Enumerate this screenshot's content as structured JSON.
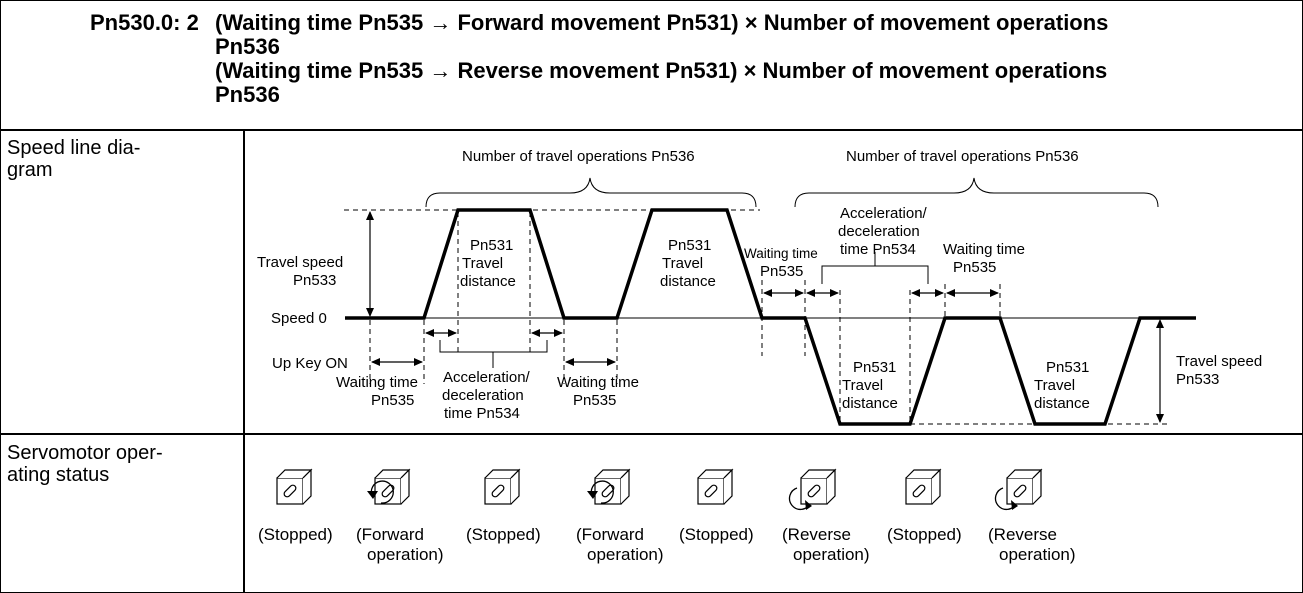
{
  "header": {
    "param": "Pn530.0: 2",
    "line1a": "(Waiting time Pn535 → Forward movement Pn531) × Number of movement operations",
    "line1b": "Pn536",
    "line2a": "(Waiting time Pn535 → Reverse movement Pn531) × Number of movement operations",
    "line2b": "Pn536"
  },
  "rows": {
    "speed_label_1": "Speed line dia-",
    "speed_label_2": "gram",
    "servo_label_1": "Servomotor oper-",
    "servo_label_2": "ating status"
  },
  "diagram": {
    "num_ops_left": "Number of travel operations Pn536",
    "num_ops_right": "Number of travel operations Pn536",
    "travel_speed_1": "Travel speed",
    "travel_speed_2": "Pn533",
    "speed0": "Speed 0",
    "up_key": "Up Key ON",
    "wait_a1": "Waiting time",
    "wait_a2": "Pn535",
    "acc_a1": "Acceleration/",
    "acc_a2": "deceleration",
    "acc_a3": "time Pn534",
    "wait_b1": "Waiting time",
    "wait_b2": "Pn535",
    "pn531_1a": "Pn531",
    "pn531_1b": "Travel",
    "pn531_1c": "distance",
    "pn531_2a": "Pn531",
    "pn531_2b": "Travel",
    "pn531_2c": "distance",
    "wait_c1": "Waiting time",
    "wait_c2": "Pn535",
    "acc_b1": "Acceleration/",
    "acc_b2": "deceleration",
    "acc_b3": "time Pn534",
    "wait_d1": "Waiting time",
    "wait_d2": "Pn535",
    "pn531_3a": "Pn531",
    "pn531_3b": "Travel",
    "pn531_3c": "distance",
    "pn531_4a": "Pn531",
    "pn531_4b": "Travel",
    "pn531_4c": "distance",
    "travel_speed_r1": "Travel speed",
    "travel_speed_r2": "Pn533"
  },
  "status": [
    {
      "l1": "(Stopped)",
      "l2": "",
      "rot": "none"
    },
    {
      "l1": "(Forward",
      "l2": "operation)",
      "rot": "forward"
    },
    {
      "l1": "(Stopped)",
      "l2": "",
      "rot": "none"
    },
    {
      "l1": "(Forward",
      "l2": "operation)",
      "rot": "forward"
    },
    {
      "l1": "(Stopped)",
      "l2": "",
      "rot": "none"
    },
    {
      "l1": "(Reverse",
      "l2": "operation)",
      "rot": "reverse"
    },
    {
      "l1": "(Stopped)",
      "l2": "",
      "rot": "none"
    },
    {
      "l1": "(Reverse",
      "l2": "operation)",
      "rot": "reverse"
    }
  ]
}
